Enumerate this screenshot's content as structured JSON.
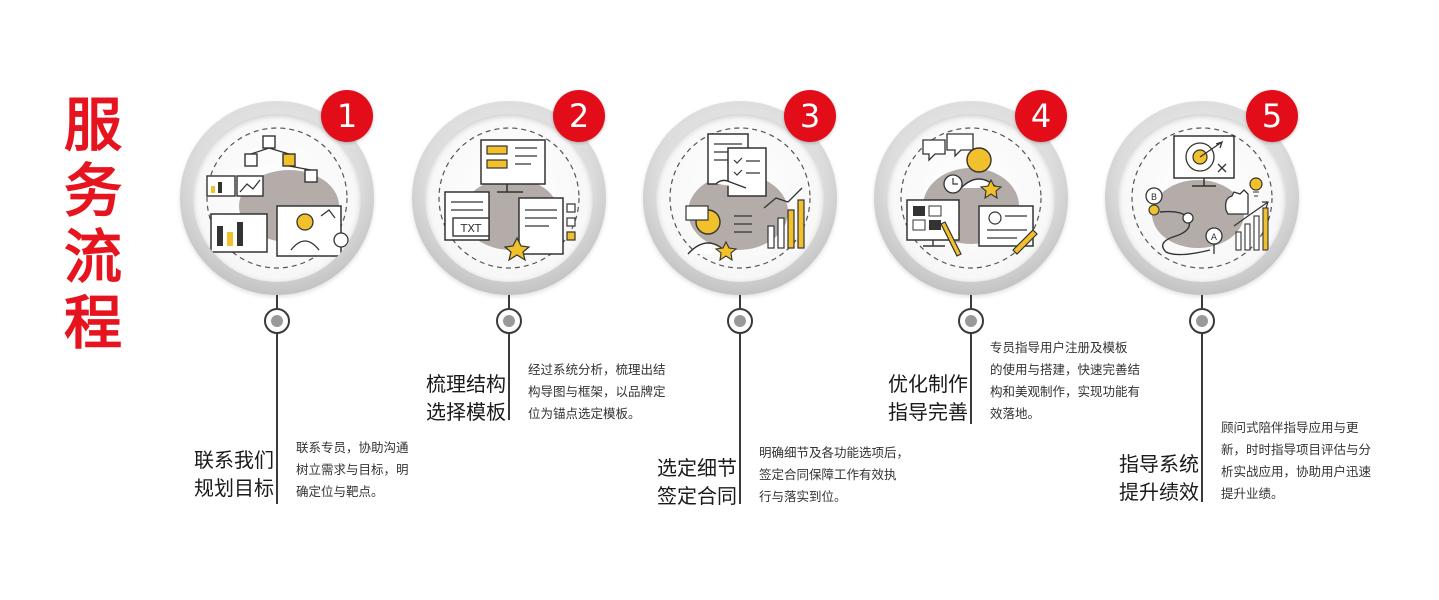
{
  "title": [
    "服",
    "务",
    "流",
    "程"
  ],
  "steps": [
    {
      "number": "1",
      "title_lines": [
        "联系我们",
        "规划目标"
      ],
      "desc_lines": [
        "联系专员，协助沟通",
        "树立需求与目标，明",
        "确定位与靶点。"
      ],
      "icon": "planning-flowchart-icon"
    },
    {
      "number": "2",
      "title_lines": [
        "梳理结构",
        "选择模板"
      ],
      "desc_lines": [
        "经过系统分析，梳理出结",
        "构导图与框架，以品牌定",
        "位为锚点选定模板。"
      ],
      "icon": "structure-template-icon"
    },
    {
      "number": "3",
      "title_lines": [
        "选定细节",
        "签定合同"
      ],
      "desc_lines": [
        "明确细节及各功能选项后，",
        "签定合同保障工作有效执",
        "行与落实到位。"
      ],
      "icon": "contract-checklist-icon"
    },
    {
      "number": "4",
      "title_lines": [
        "优化制作",
        "指导完善"
      ],
      "desc_lines": [
        "专员指导用户注册及模板",
        "的使用与搭建，快速完善结",
        "构和美观制作，实现功能有",
        "效落地。"
      ],
      "icon": "design-guidance-icon"
    },
    {
      "number": "5",
      "title_lines": [
        "指导系统",
        "提升绩效"
      ],
      "desc_lines": [
        "顾问式陪伴指导应用与更",
        "新，时时指导项目评估与分",
        "析实战应用，协助用户迅速",
        "提升业绩。"
      ],
      "icon": "performance-growth-icon"
    }
  ],
  "colors": {
    "accent_red": "#e30d19",
    "title_red": "#e6141e",
    "icon_yellow": "#f2c02a",
    "icon_gray": "#b3aca9",
    "line_dark": "#3a3a3a"
  }
}
